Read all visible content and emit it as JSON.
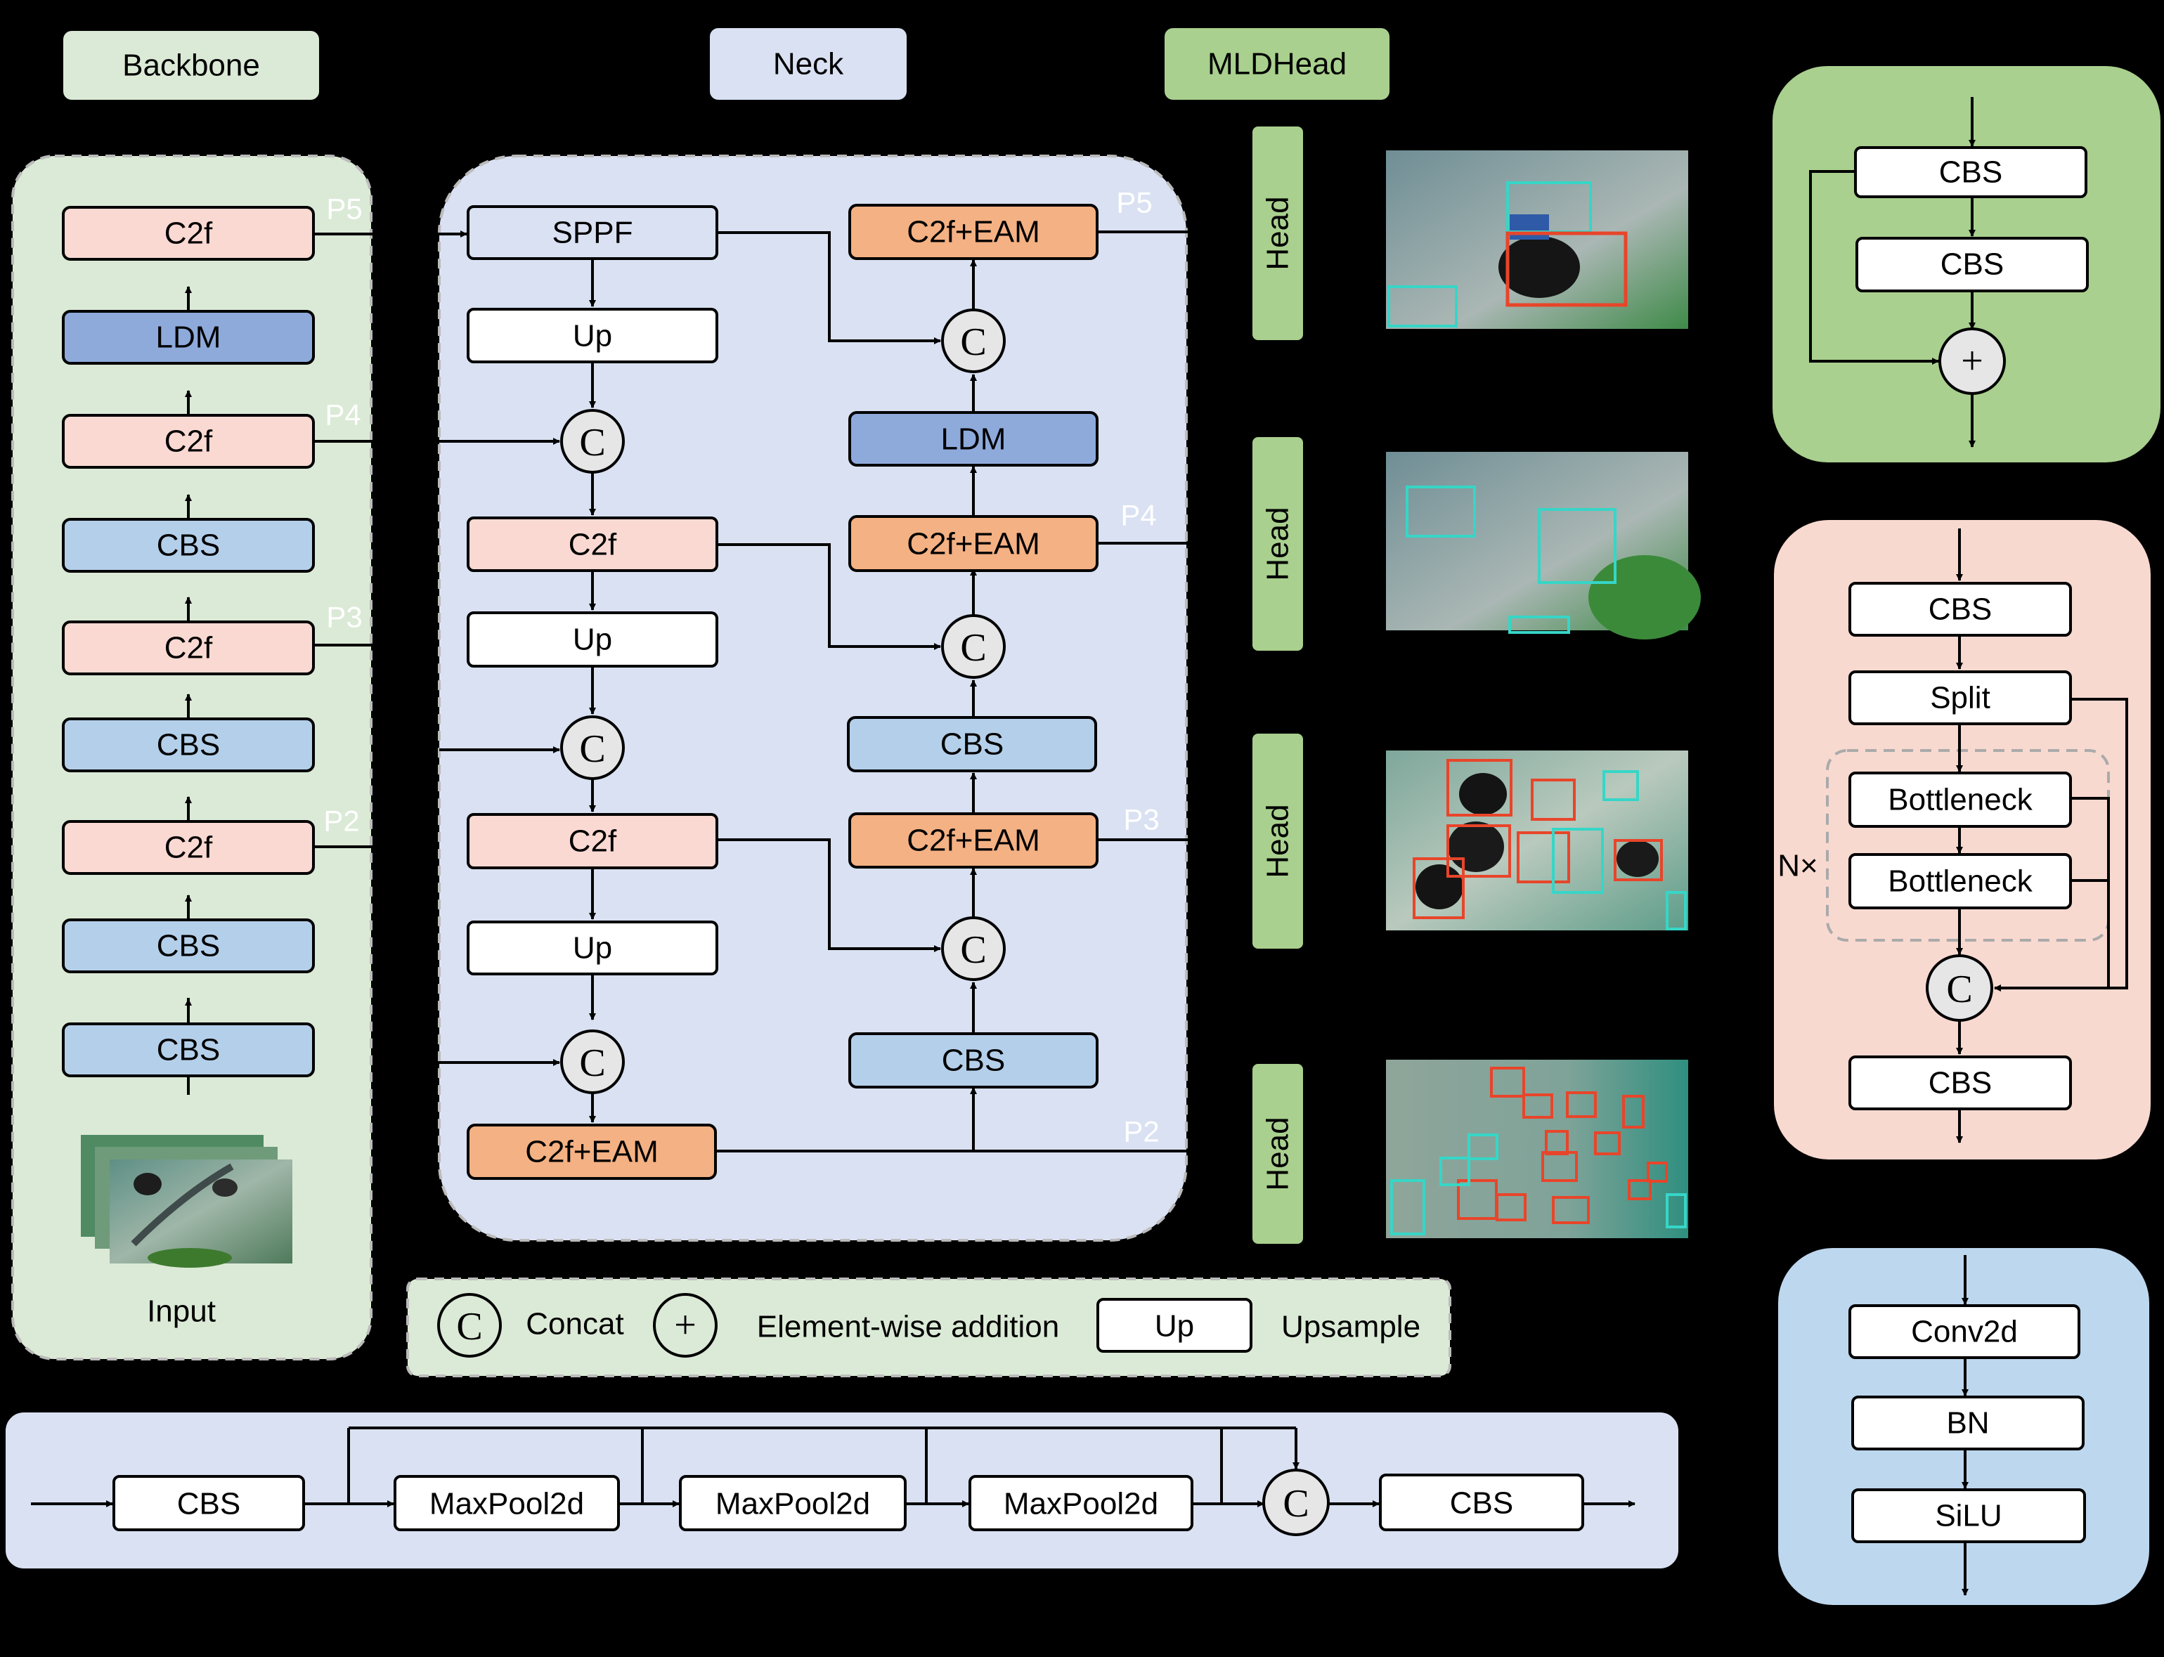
{
  "legend_titles": {
    "backbone": "Backbone",
    "neck": "Neck",
    "head": "MLDHead"
  },
  "backbone": {
    "blocks": [
      "C2f",
      "LDM",
      "C2f",
      "CBS",
      "C2f",
      "CBS",
      "C2f",
      "CBS",
      "CBS"
    ],
    "input_label": "Input",
    "taps": [
      "P5",
      "P4",
      "P3",
      "P2"
    ]
  },
  "neck": {
    "left": [
      "SPPF",
      "Up",
      "C2f",
      "Up",
      "C2f",
      "Up",
      "C2f+EAM"
    ],
    "right": [
      "C2f+EAM",
      "LDM",
      "C2f+EAM",
      "CBS",
      "C2f+EAM",
      "CBS"
    ],
    "taps": [
      "P5",
      "P4",
      "P3",
      "P2"
    ],
    "concat_glyph": "C"
  },
  "heads": {
    "label": "Head"
  },
  "legend": {
    "concat_glyph": "C",
    "concat_text": "Concat",
    "add_glyph": "+",
    "add_text": "Element-wise addition",
    "up_box": "Up",
    "up_text": "Upsample"
  },
  "bottleneck": {
    "blocks": [
      "CBS",
      "CBS"
    ],
    "add_glyph": "+"
  },
  "c2f_detail": {
    "blocks": [
      "CBS",
      "Split",
      "Bottleneck",
      "Bottleneck",
      "CBS"
    ],
    "repeat": "N×",
    "concat_glyph": "C"
  },
  "cbs_detail": {
    "blocks": [
      "Conv2d",
      "BN",
      "SiLU"
    ]
  },
  "sppf_detail": {
    "blocks": [
      "CBS",
      "MaxPool2d",
      "MaxPool2d",
      "MaxPool2d",
      "CBS"
    ],
    "concat_glyph": "C"
  },
  "colors": {
    "green_panel": "#dbead6",
    "blue_panel": "#d9e1f2",
    "pink_panel": "#f8d9d0",
    "detail_blue": "#bdd7ee",
    "pink_block": "#fad9d2",
    "ldm_block": "#8eaadb",
    "cbs_block": "#b4cfea",
    "eam_block": "#f4b183",
    "green_head": "#a9d08e"
  }
}
